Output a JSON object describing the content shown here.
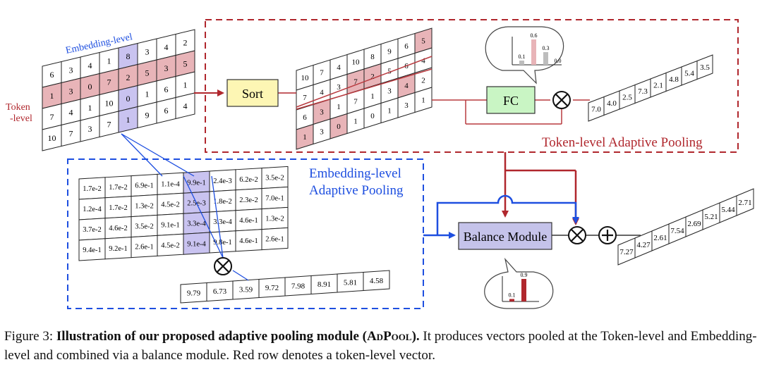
{
  "colors": {
    "token_red": "#e8b4b8",
    "embed_blue": "#c9c3f0",
    "sort_yellow": "#fdf6b4",
    "fc_green": "#c9f5c4",
    "balance_purple": "#c5c3ea",
    "dark_red": "#b0272d",
    "blue": "#1e4fe0",
    "line_red": "#b83a3f"
  },
  "labels": {
    "embedding_level": "Embedding-level",
    "token": "Token",
    "token_level": "-level",
    "sort": "Sort",
    "fc": "FC",
    "balance": "Balance Module",
    "token_pool_title": "Token-level Adaptive Pooling",
    "embed_pool_title_1": "Embedding-level",
    "embed_pool_title_2": "Adaptive Pooling",
    "times": "⊗",
    "plus": "⊕"
  },
  "input_matrix": [
    [
      "6",
      "3",
      "4",
      "1",
      "8",
      "3",
      "4",
      "2"
    ],
    [
      "1",
      "3",
      "0",
      "7",
      "2",
      "5",
      "3",
      "5"
    ],
    [
      "7",
      "4",
      "1",
      "10",
      "0",
      "1",
      "6",
      "1"
    ],
    [
      "10",
      "7",
      "3",
      "7",
      "1",
      "9",
      "6",
      "4"
    ]
  ],
  "sorted_matrix": [
    [
      "10",
      "7",
      "4",
      "10",
      "8",
      "9",
      "6",
      "5"
    ],
    [
      "7",
      "4",
      "3",
      "7",
      "2",
      "5",
      "6",
      "4"
    ],
    [
      "6",
      "3",
      "1",
      "7",
      "1",
      "3",
      "4",
      "2"
    ],
    [
      "1",
      "3",
      "0",
      "1",
      "0",
      "1",
      "3",
      "1"
    ]
  ],
  "token_output": [
    "7.0",
    "4.0",
    "2.5",
    "7.3",
    "2.1",
    "4.8",
    "5.4",
    "3.5"
  ],
  "fc_bubble": {
    "values": [
      "0.1",
      "0.6",
      "0.3",
      "0.0"
    ],
    "heights": [
      0.1,
      0.6,
      0.3,
      0.0
    ]
  },
  "balance_bubble": {
    "values": [
      "0.1",
      "0.9"
    ],
    "heights": [
      0.1,
      0.9
    ]
  },
  "embed_matrix": [
    [
      "1.7e-2",
      "1.7e-2",
      "6.9e-1",
      "1.1e-4",
      "9.9e-1",
      "2.4e-3",
      "6.2e-2",
      "3.5e-2"
    ],
    [
      "1.2e-4",
      "1.7e-2",
      "1.3e-2",
      "4.5e-2",
      "2.5e-3",
      "1.8e-2",
      "2.3e-2",
      "7.0e-1"
    ],
    [
      "3.7e-2",
      "4.6e-2",
      "3.5e-2",
      "9.1e-1",
      "3.3e-4",
      "3.3e-4",
      "4.6e-1",
      "1.3e-2"
    ],
    [
      "9.4e-1",
      "9.2e-1",
      "2.6e-1",
      "4.5e-2",
      "9.1e-4",
      "9.8e-1",
      "4.6e-1",
      "2.6e-1"
    ]
  ],
  "embed_output": [
    "9.79",
    "6.73",
    "3.59",
    "9.72",
    "7.98",
    "8.91",
    "5.81",
    "4.58"
  ],
  "final_output": [
    "7.27",
    "4.27",
    "2.61",
    "7.54",
    "2.69",
    "5.21",
    "5.44",
    "2.71"
  ],
  "caption": {
    "prefix": "Figure 3: ",
    "bold": "Illustration of our proposed adaptive pooling module (",
    "sc": "AdPool",
    "bold_end": ").",
    "rest": " It produces vectors pooled at the Token-level and Embedding-level and combined via a balance module. Red row denotes a token-level vector."
  }
}
